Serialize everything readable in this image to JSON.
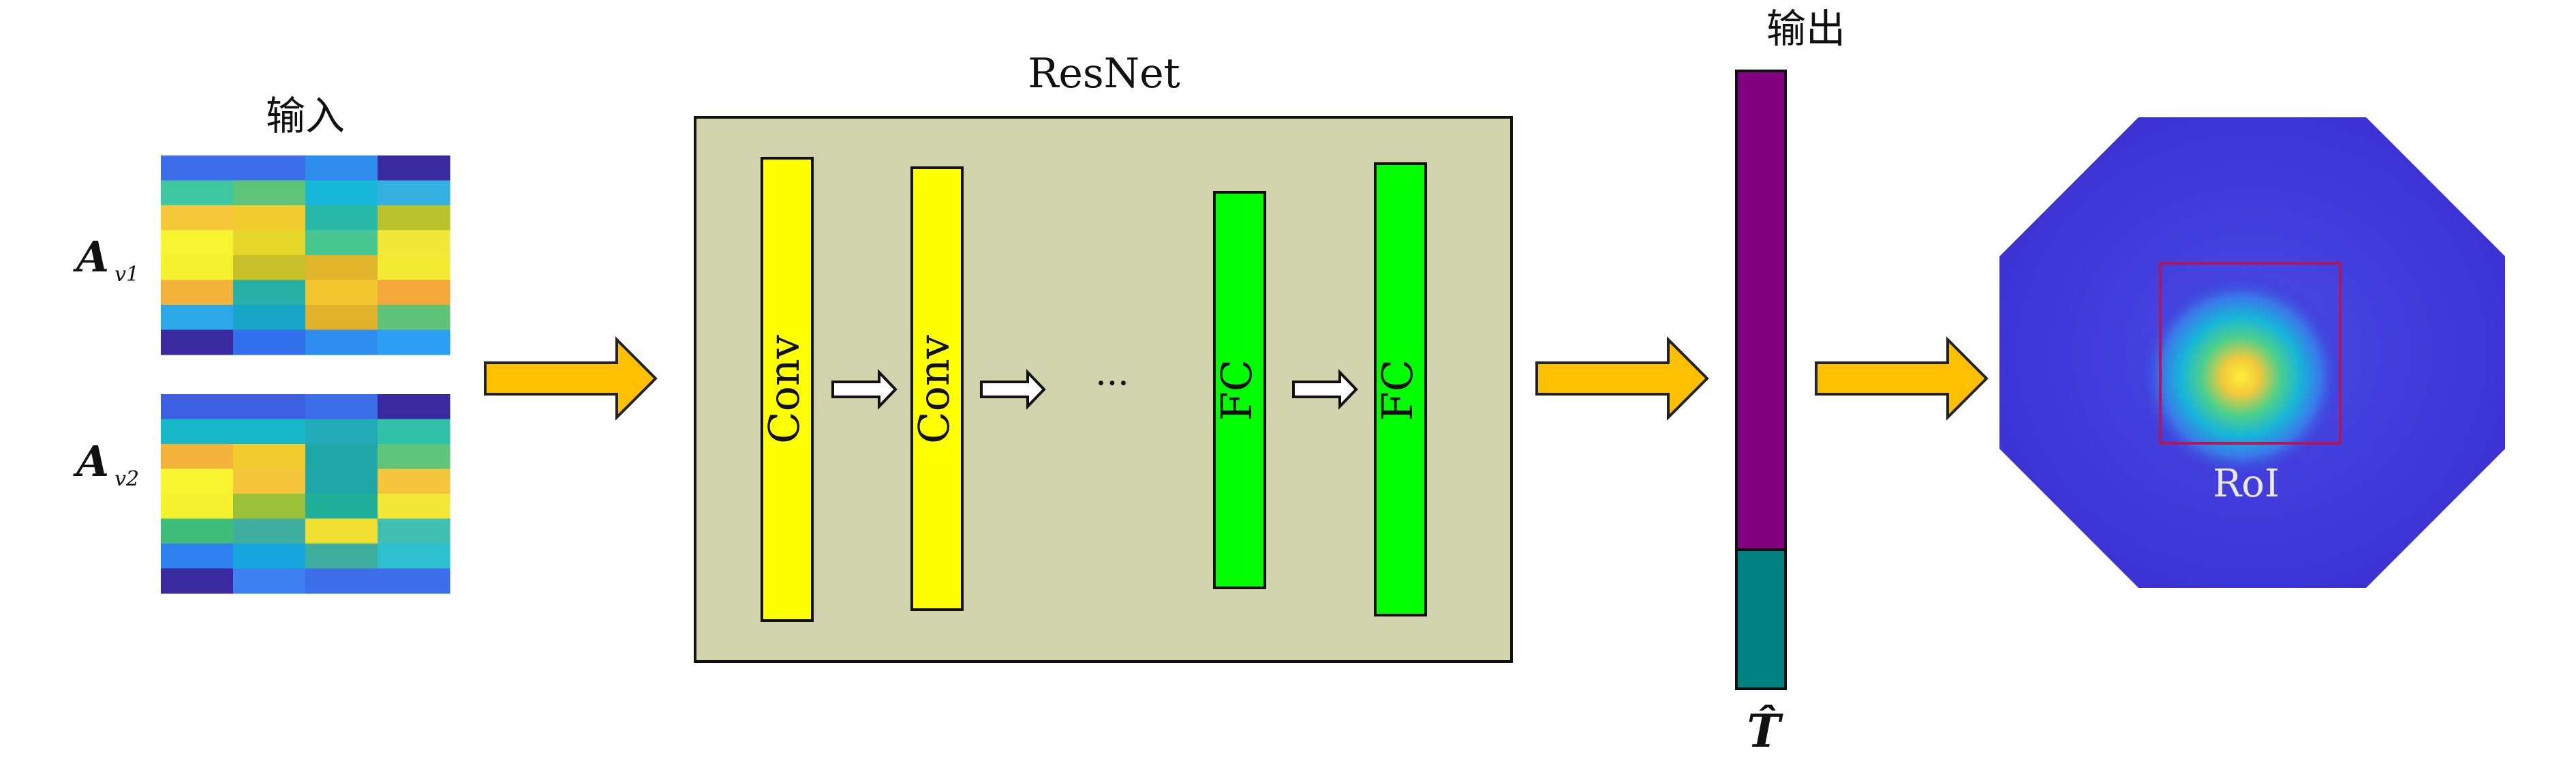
{
  "input": {
    "title": "输入",
    "matrices": [
      {
        "symbol": "A",
        "subscript": "v1",
        "cells": [
          [
            "#3b6ee8",
            "#3b6ee8",
            "#2f8ef0",
            "#3a2aa0"
          ],
          [
            "#3ec7a0",
            "#5fc57a",
            "#17b8d8",
            "#35b0e0"
          ],
          [
            "#f7c83a",
            "#f2cc2f",
            "#28b9a8",
            "#b9c22a"
          ],
          [
            "#f9f430",
            "#e4d72a",
            "#48c890",
            "#f3e838"
          ],
          [
            "#f4f12e",
            "#c7c02a",
            "#e1b52a",
            "#f3ea34"
          ],
          [
            "#f4b43c",
            "#27b0a4",
            "#f1c62f",
            "#f4a83a"
          ],
          [
            "#2da8e8",
            "#17a5c8",
            "#e0b22a",
            "#5fc47a"
          ],
          [
            "#3a2aa0",
            "#3270ee",
            "#2f8ef0",
            "#2d9ff2"
          ]
        ]
      },
      {
        "symbol": "A",
        "subscript": "v2",
        "cells": [
          [
            "#3b5fe0",
            "#3b5fe0",
            "#3b6ee8",
            "#3a2aa0"
          ],
          [
            "#17b8c8",
            "#17b8c8",
            "#22aab8",
            "#2ec1a8"
          ],
          [
            "#f4b43c",
            "#f2cc2f",
            "#20a8a8",
            "#5fc57a"
          ],
          [
            "#f9f430",
            "#f4c43a",
            "#20a8a8",
            "#f4c43a"
          ],
          [
            "#f4f12e",
            "#9ac03a",
            "#20b09a",
            "#f3e838"
          ],
          [
            "#3fbc7a",
            "#3fb0a0",
            "#f1e030",
            "#3fc0b0"
          ],
          [
            "#2f80f0",
            "#17a5e0",
            "#3fb0a0",
            "#2dc0d0"
          ],
          [
            "#3a2aa0",
            "#3b7ff0",
            "#3b6ee8",
            "#3b6ee8"
          ]
        ]
      }
    ]
  },
  "resnet": {
    "title": "ResNet",
    "layers": [
      {
        "label": "Conv",
        "kind": "conv"
      },
      {
        "label": "Conv",
        "kind": "conv"
      },
      {
        "label": "FC",
        "kind": "fc"
      },
      {
        "label": "FC",
        "kind": "fc"
      }
    ],
    "ellipsis": "···"
  },
  "output": {
    "title": "输出",
    "symbol": "T̂"
  },
  "roi": {
    "label": "RoI"
  },
  "colors": {
    "conv": "#ffff00",
    "fc": "#00ff00",
    "resnet_bg": "#d1d3ad",
    "arrow": "#ffc000",
    "output_top": "#800080",
    "output_bottom": "#008080",
    "roi_box": "#b0185a",
    "octagon": "#3c33d6"
  }
}
